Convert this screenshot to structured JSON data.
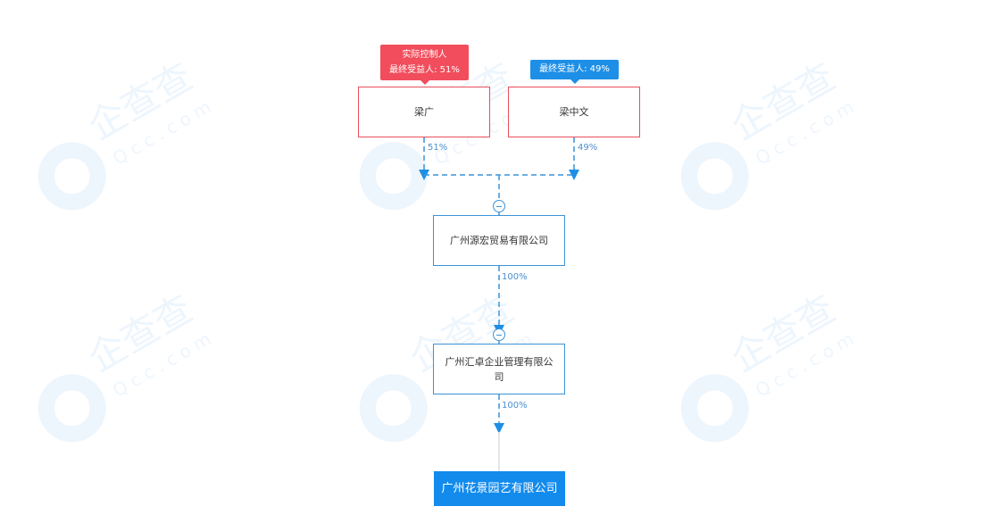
{
  "watermark": {
    "brand": "企查查",
    "domain": "Qcc.com"
  },
  "controller_tag": {
    "line1": "实际控制人",
    "line2": "最终受益人: 51%"
  },
  "beneficiary_tag": {
    "line1": "最终受益人: 49%"
  },
  "people": [
    {
      "name": "梁广",
      "share": "51%"
    },
    {
      "name": "梁中文",
      "share": "49%"
    }
  ],
  "companies": [
    {
      "name": "广州源宏贸易有限公司",
      "share": "100%"
    },
    {
      "name": "广州汇卓企业管理有限公司",
      "share": "100%"
    }
  ],
  "target": {
    "name": "广州花景园艺有限公司"
  },
  "colors": {
    "person_border": "#e8505b",
    "company_border": "#3b93d8",
    "target_bg": "#128bed",
    "edge": "#3b93d8"
  }
}
